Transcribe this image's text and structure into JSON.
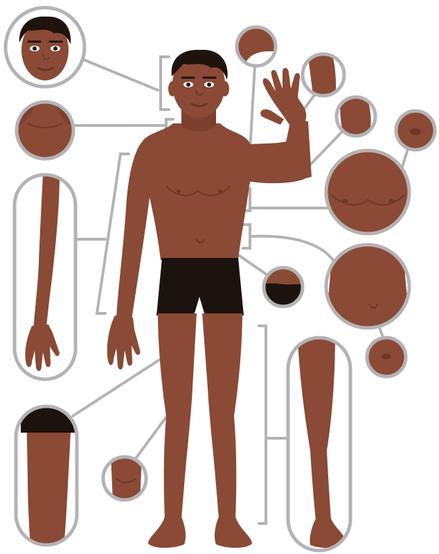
{
  "colors": {
    "background": "#ffffff",
    "skin": "#8a4a35",
    "skin_shadow": "#6e3826",
    "skin_light": "#9a563e",
    "hair": "#1f130d",
    "underwear": "#1c120e",
    "callout_outline": "#b3b3b3",
    "callout_fill": "#ffffff",
    "eye_white": "#ffffff",
    "lip": "#6a3324"
  },
  "figure": {
    "subject": "standing-boy",
    "pose": "left-hand-raised-waving"
  },
  "callouts": [
    {
      "name": "face-callout",
      "part": "face",
      "shape": "circle"
    },
    {
      "name": "neck-callout",
      "part": "neck",
      "shape": "circle"
    },
    {
      "name": "arm-callout",
      "part": "arm",
      "shape": "capsule"
    },
    {
      "name": "upper-leg-callout",
      "part": "thigh",
      "shape": "capsule"
    },
    {
      "name": "knee-callout",
      "part": "knee",
      "shape": "circle"
    },
    {
      "name": "shoulder-callout",
      "part": "shoulder",
      "shape": "circle"
    },
    {
      "name": "wrist-callout",
      "part": "wrist",
      "shape": "circle"
    },
    {
      "name": "elbow-callout",
      "part": "elbow",
      "shape": "circle"
    },
    {
      "name": "nipple-callout",
      "part": "nipple",
      "shape": "circle"
    },
    {
      "name": "chest-callout",
      "part": "chest",
      "shape": "circle"
    },
    {
      "name": "belly-callout",
      "part": "belly",
      "shape": "circle"
    },
    {
      "name": "navel-callout",
      "part": "navel",
      "shape": "circle"
    },
    {
      "name": "hip-callout",
      "part": "hip",
      "shape": "circle"
    },
    {
      "name": "leg-callout",
      "part": "leg",
      "shape": "capsule"
    }
  ]
}
